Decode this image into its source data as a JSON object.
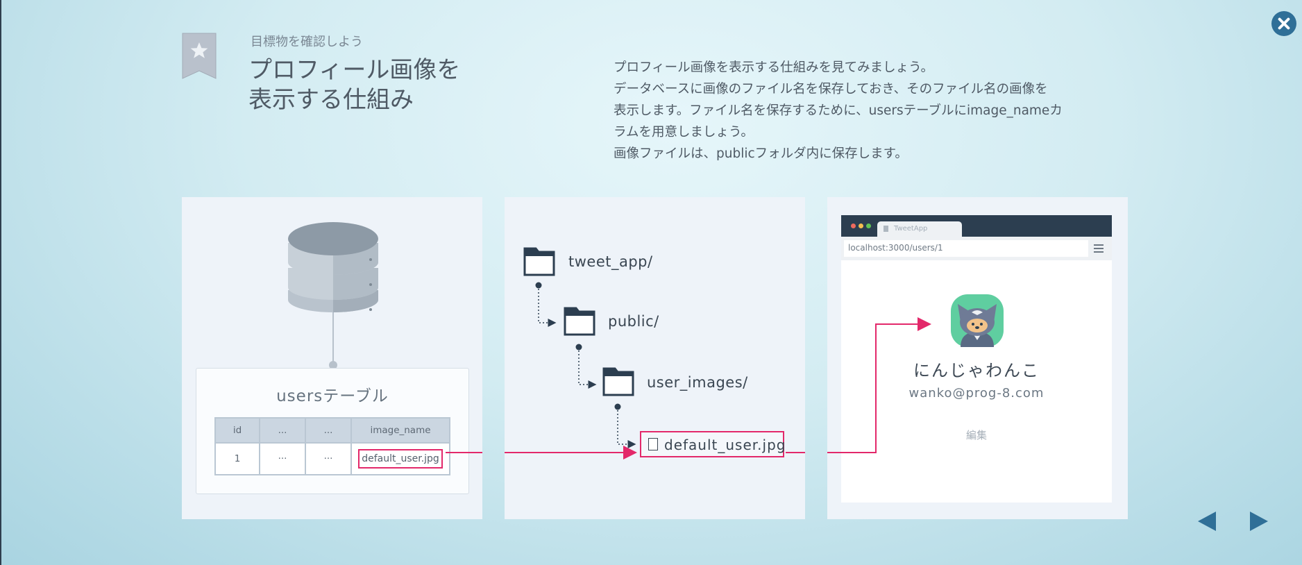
{
  "header": {
    "eyebrow": "目標物を確認しよう",
    "title_line1": "プロフィール画像を",
    "title_line2": "表示する仕組み"
  },
  "description": {
    "lines": [
      "プロフィール画像を表示する仕組みを見てみましょう。",
      "データベースに画像のファイル名を保存しておき、そのファイル名の画像を",
      "表示します。ファイル名を保存するために、usersテーブルにimage_nameカ",
      "ラムを用意しましょう。",
      "画像ファイルは、publicフォルダ内に保存します。"
    ]
  },
  "database": {
    "table_title": "usersテーブル",
    "columns": [
      "id",
      "...",
      "...",
      "image_name"
    ],
    "row": [
      "1",
      "···",
      "···",
      "default_user.jpg"
    ]
  },
  "folders": {
    "root": "tweet_app/",
    "public": "public/",
    "user_images": "user_images/",
    "file": "default_user.jpg"
  },
  "browser": {
    "tab_title": "TweetApp",
    "url": "localhost:3000/users/1",
    "user_name": "にんじゃわんこ",
    "email": "wanko@prog-8.com",
    "edit_link": "編集"
  },
  "colors": {
    "accent": "#e3286a",
    "nav": "#2f6f97",
    "dark": "#2c3e50"
  },
  "icons": [
    "close-icon",
    "bookmark-star-icon",
    "database-icon",
    "folder-icon",
    "file-icon",
    "menu-icon",
    "prev-arrow-icon",
    "next-arrow-icon"
  ]
}
